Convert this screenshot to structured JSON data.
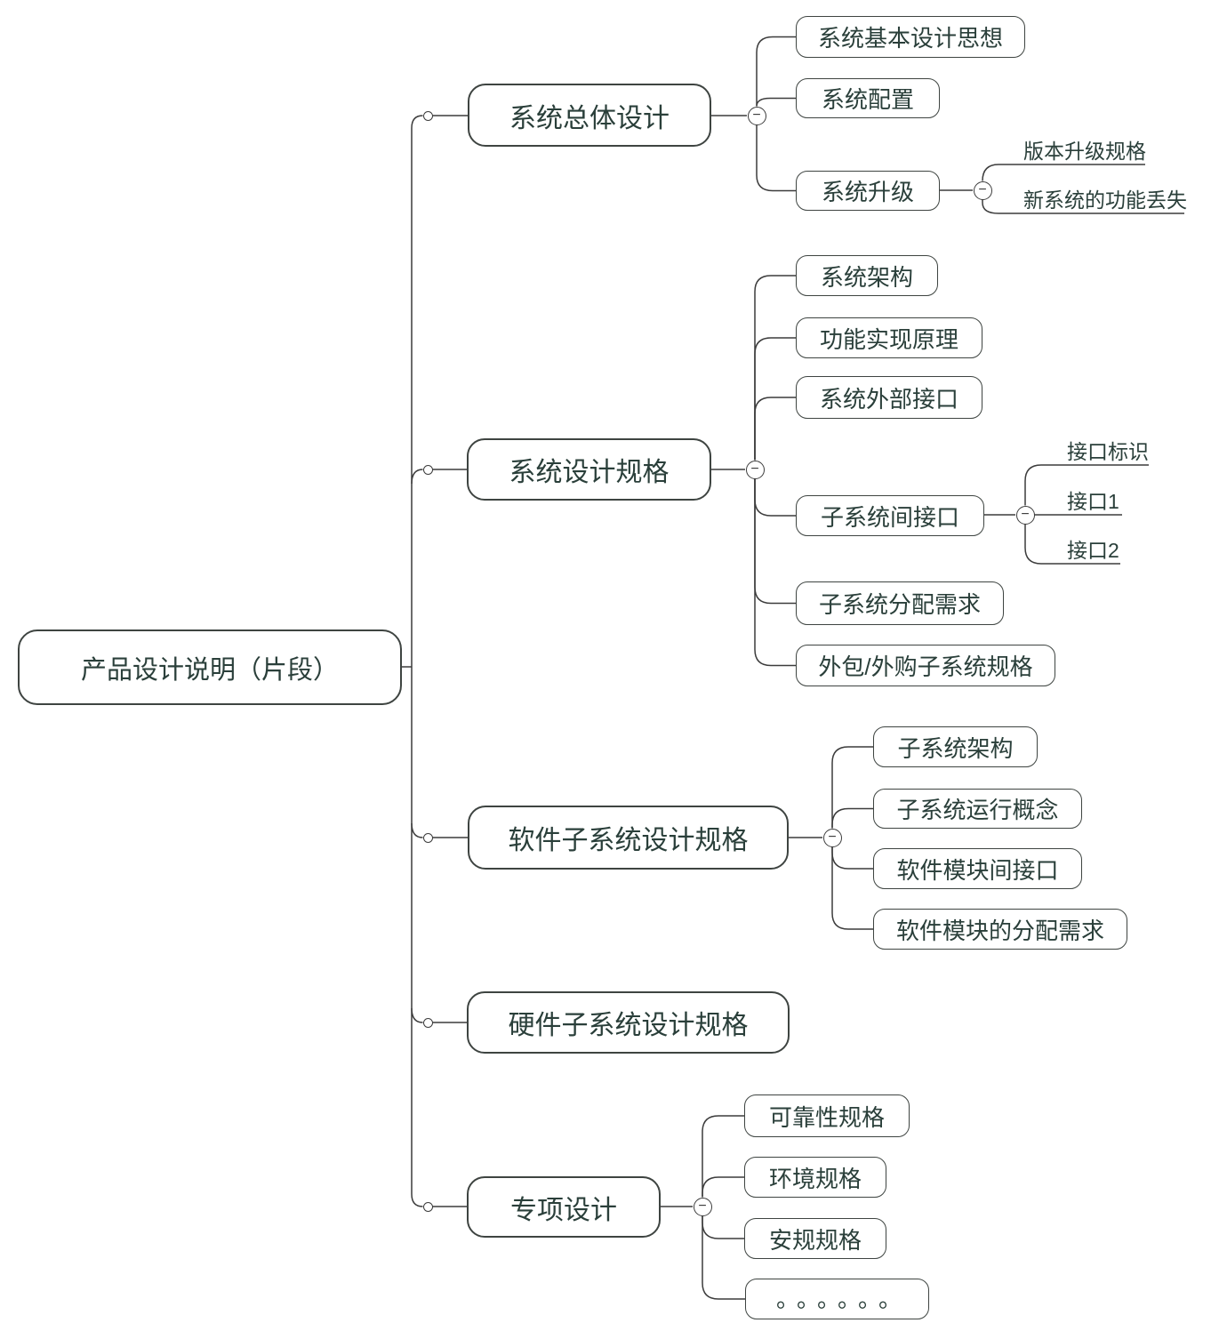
{
  "diagram": {
    "root": {
      "label": "产品设计说明（片段）"
    },
    "branches": [
      {
        "label": "系统总体设计",
        "children": [
          {
            "label": "系统基本设计思想"
          },
          {
            "label": "系统配置"
          },
          {
            "label": "系统升级",
            "children": [
              {
                "label": "版本升级规格"
              },
              {
                "label": "新系统的功能丢失"
              }
            ]
          }
        ]
      },
      {
        "label": "系统设计规格",
        "children": [
          {
            "label": "系统架构"
          },
          {
            "label": "功能实现原理"
          },
          {
            "label": "系统外部接口"
          },
          {
            "label": "子系统间接口",
            "children": [
              {
                "label": "接口标识"
              },
              {
                "label": "接口1"
              },
              {
                "label": "接口2"
              }
            ]
          },
          {
            "label": "子系统分配需求"
          },
          {
            "label": "外包/外购子系统规格"
          }
        ]
      },
      {
        "label": "软件子系统设计规格",
        "children": [
          {
            "label": "子系统架构"
          },
          {
            "label": "子系统运行概念"
          },
          {
            "label": "软件模块间接口"
          },
          {
            "label": "软件模块的分配需求"
          }
        ]
      },
      {
        "label": "硬件子系统设计规格",
        "children": []
      },
      {
        "label": "专项设计",
        "children": [
          {
            "label": "可靠性规格"
          },
          {
            "label": "环境规格"
          },
          {
            "label": "安规规格"
          },
          {
            "label": "。。。。。。"
          }
        ]
      }
    ],
    "icons": {
      "collapse_glyph": "−"
    },
    "colors": {
      "text": "#2a3f3a",
      "node_border": "#3e4441",
      "connector": "#3c3c3c",
      "background": "#ffffff"
    }
  }
}
